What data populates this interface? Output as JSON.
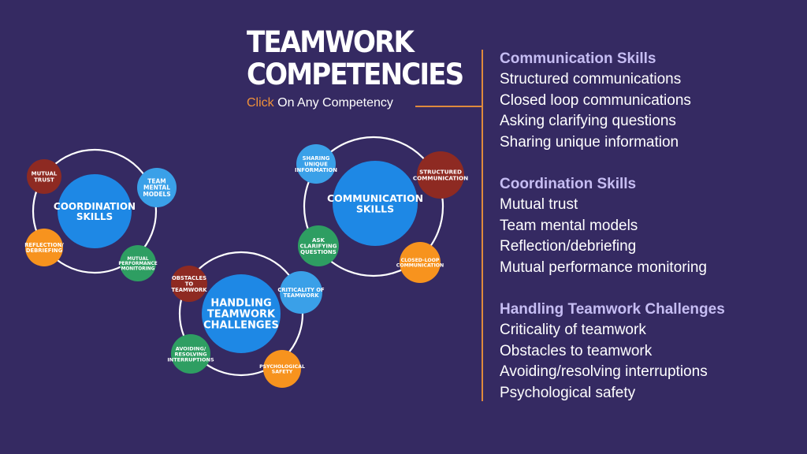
{
  "header": {
    "title_line1": "TEAMWORK",
    "title_line2": "COMPETENCIES",
    "subtitle_accent": "Click",
    "subtitle_rest": " On Any Competency"
  },
  "colors": {
    "background": "#352a62",
    "accent_orange": "#f0913a",
    "heading_lavender": "#c6bdf3",
    "hub_blue": "#1e88e5",
    "node_red": "#8e2a22",
    "node_light_blue": "#3aa0e8",
    "node_orange": "#f7931e",
    "node_green": "#2e9e62"
  },
  "clusters": [
    {
      "name": "coordination",
      "hub_lines": [
        "COORDINATION",
        "SKILLS"
      ],
      "nodes": [
        {
          "id": "mutual-trust",
          "lines": [
            "MUTUAL",
            "TRUST"
          ],
          "color": "node_red"
        },
        {
          "id": "team-mental-models",
          "lines": [
            "TEAM",
            "MENTAL",
            "MODELS"
          ],
          "color": "node_light_blue"
        },
        {
          "id": "reflection-debriefing",
          "lines": [
            "REFLECTION/",
            "DEBRIEFING"
          ],
          "color": "node_orange"
        },
        {
          "id": "mutual-performance-monitoring",
          "lines": [
            "MUTUAL",
            "PERFORMANCE",
            "MONITORING"
          ],
          "color": "node_green"
        }
      ]
    },
    {
      "name": "communication",
      "hub_lines": [
        "COMMUNICATION",
        "SKILLS"
      ],
      "nodes": [
        {
          "id": "sharing-unique-information",
          "lines": [
            "SHARING",
            "UNIQUE",
            "INFORMATION"
          ],
          "color": "node_light_blue"
        },
        {
          "id": "structured-communication",
          "lines": [
            "STRUCTURED",
            "COMMUNICATION"
          ],
          "color": "node_red"
        },
        {
          "id": "ask-clarifying-questions",
          "lines": [
            "ASK",
            "CLARIFYING",
            "QUESTIONS"
          ],
          "color": "node_green"
        },
        {
          "id": "closed-loop-communication",
          "lines": [
            "CLOSED-LOOP",
            "COMMUNICATION"
          ],
          "color": "node_orange"
        }
      ]
    },
    {
      "name": "challenges",
      "hub_lines": [
        "HANDLING",
        "TEAMWORK",
        "CHALLENGES"
      ],
      "nodes": [
        {
          "id": "obstacles-to-teamwork",
          "lines": [
            "OBSTACLES",
            "TO",
            "TEAMWORK"
          ],
          "color": "node_red"
        },
        {
          "id": "criticality-of-teamwork",
          "lines": [
            "CRITICALITY OF",
            "TEAMWORK"
          ],
          "color": "node_light_blue"
        },
        {
          "id": "avoiding-resolving-interruptions",
          "lines": [
            "AVOIDING/",
            "RESOLVING",
            "INTERRUPTIONS"
          ],
          "color": "node_green"
        },
        {
          "id": "psychological-safety",
          "lines": [
            "PSYCHOLOGICAL",
            "SAFETY"
          ],
          "color": "node_orange"
        }
      ]
    }
  ],
  "sections": [
    {
      "heading": "Communication Skills",
      "items": [
        "Structured communications",
        "Closed loop communications",
        "Asking clarifying questions",
        "Sharing unique information"
      ]
    },
    {
      "heading": "Coordination Skills",
      "items": [
        "Mutual trust",
        "Team mental models",
        "Reflection/debriefing",
        "Mutual performance monitoring"
      ]
    },
    {
      "heading": "Handling Teamwork Challenges",
      "items": [
        "Criticality of teamwork",
        "Obstacles to teamwork",
        "Avoiding/resolving interruptions",
        "Psychological safety"
      ]
    }
  ]
}
